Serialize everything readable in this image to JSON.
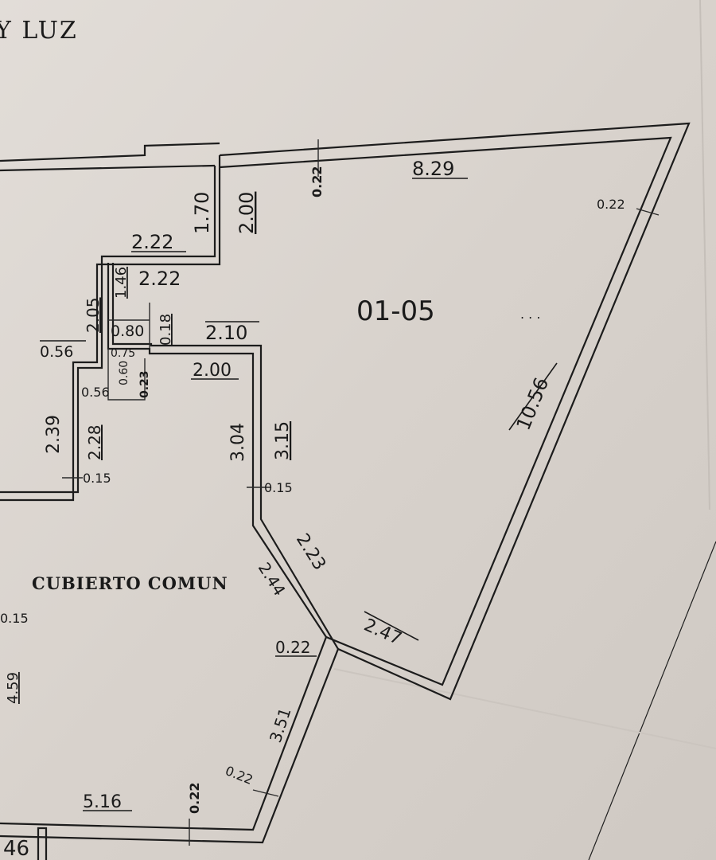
{
  "header": {
    "title_fragment": "Y LUZ"
  },
  "unit_label": "01-05",
  "common_area_label": "CUBIERTO COMUN",
  "dims": {
    "d829": "8.29",
    "d022_top": "0.22",
    "d022_right": "0.22",
    "d222_a": "2.22",
    "d170": "1.70",
    "d200_v": "2.00",
    "d146": "1.46",
    "d222_b": "2.22",
    "d205": "2.05",
    "d056_a": "0.56",
    "d080": "0.80",
    "d018": "0.18",
    "d210": "2.10",
    "d075": "0.75",
    "d060": "0.60",
    "d023": "0.23",
    "d200_h": "2.00",
    "d056_b": "0.56",
    "d239": "2.39",
    "d228": "2.28",
    "d015_a": "0.15",
    "d304": "3.04",
    "d315": "3.15",
    "d015_b": "0.15",
    "d1056": "10.56",
    "d223": "2.23",
    "d244": "2.44",
    "d247": "2.47",
    "d022_mid": "0.22",
    "d015_c": "0.15",
    "d459": "4.59",
    "d351": "3.51",
    "d022_low": "0.22",
    "d516": "5.16",
    "d022_bot": "0.22",
    "d46": "46"
  },
  "colors": {
    "paper": "#dcd6d0",
    "ink": "#1c1c1c"
  }
}
